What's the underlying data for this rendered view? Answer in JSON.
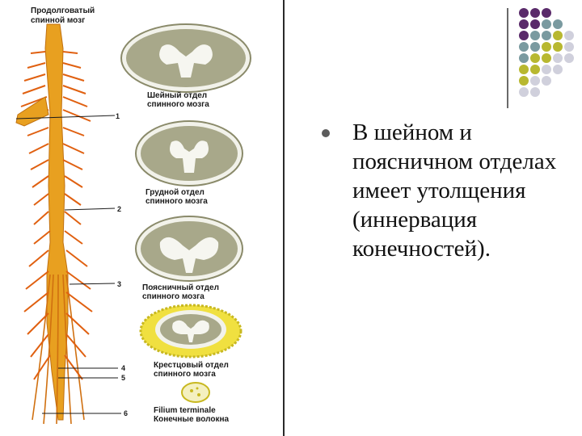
{
  "figure": {
    "labels": {
      "medulla_line1": "Продолговатый",
      "medulla_line2": "спинной мозг",
      "cervical_line1": "Шейный отдел",
      "cervical_line2": "спинного мозга",
      "thoracic_line1": "Грудной отдел",
      "thoracic_line2": "спинного мозга",
      "lumbar_line1": "Поясничный отдел",
      "lumbar_line2": "спинного мозга",
      "sacral_line1": "Крестцовый отдел",
      "sacral_line2": "спинного мозга",
      "filum_line1": "Filium terminale",
      "filum_line2": "Конечные волокна"
    },
    "markers": [
      "1",
      "2",
      "3",
      "4",
      "5",
      "6"
    ],
    "colors": {
      "cord": "#e8a020",
      "nerve": "#e06010",
      "grey_matter": "#9a9a7a",
      "white_matter": "#f2f2ea",
      "sacral_ring": "#f0e040"
    }
  },
  "slide": {
    "bullet_text": "В шейном и поясничном отделах имеет утолщения (иннервация конечностей)."
  },
  "decoration": {
    "colors": {
      "purple": "#5a2a6a",
      "teal": "#7a9aa0",
      "olive": "#b8b830",
      "light": "#d0d0dc"
    }
  }
}
